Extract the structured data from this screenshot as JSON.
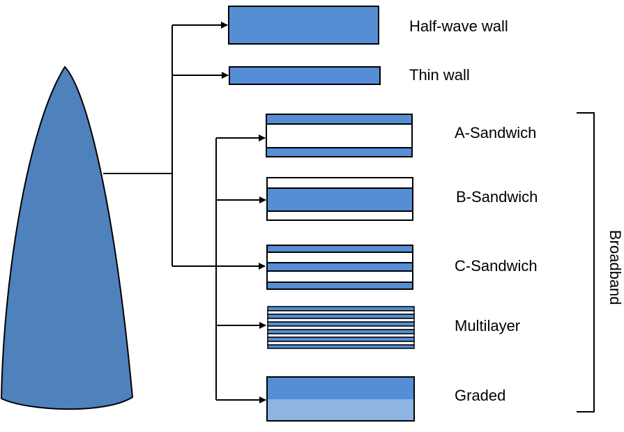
{
  "labels": {
    "half_wave": "Half-wave wall",
    "thin": "Thin wall",
    "a_sandwich": "A-Sandwich",
    "b_sandwich": "B-Sandwich",
    "c_sandwich": "C-Sandwich",
    "multilayer": "Multilayer",
    "graded": "Graded",
    "broadband": "Broadband"
  },
  "colors": {
    "radome_fill": "#4f81bd",
    "layer_blue": "#558ed5",
    "graded_light": "#8eb4e3",
    "line": "#000000"
  }
}
